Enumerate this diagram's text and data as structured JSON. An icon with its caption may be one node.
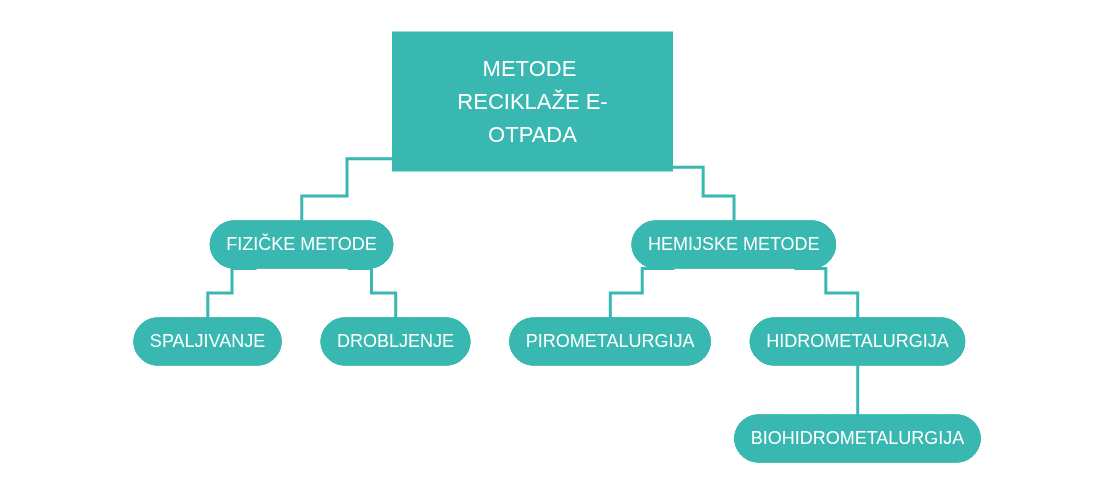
{
  "diagram": {
    "nodes": [
      {
        "text": [
          "METODE RECIKLAŽE E-OTPADA"
        ]
      },
      {
        "text": [
          "FIZIČKE METODE"
        ]
      },
      {
        "text": [
          "HEMIJSKE METODE"
        ]
      },
      {
        "text": [
          "SPALJIVANJE"
        ]
      },
      {
        "text": [
          "DROBLJENJE"
        ]
      },
      {
        "text": [
          "PIROMETALURGIJA"
        ]
      },
      {
        "text": [
          "HIDROMETALURGIJA"
        ]
      },
      {
        "text": [
          "BIOHIDROMETALURGIJA"
        ]
      }
    ],
    "edges": [
      {
        "from": 0,
        "to": 1,
        "arrow": "none"
      },
      {
        "from": 0,
        "to": 2,
        "arrow": "none"
      },
      {
        "from": 1,
        "to": 3,
        "arrow": "none"
      },
      {
        "from": 1,
        "to": 4,
        "arrow": "none"
      },
      {
        "from": 2,
        "to": 5,
        "arrow": "none"
      },
      {
        "from": 2,
        "to": 6,
        "arrow": "none"
      },
      {
        "from": 6,
        "to": 7,
        "arrow": "none"
      }
    ]
  }
}
